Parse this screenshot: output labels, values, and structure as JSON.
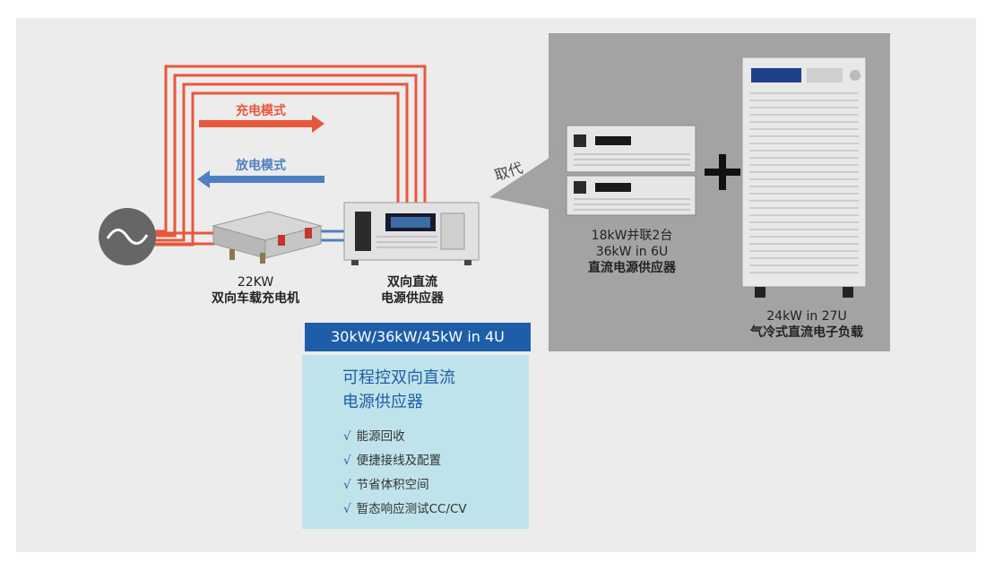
{
  "modes": {
    "charge": {
      "label": "充电模式",
      "color": "#e8573c"
    },
    "discharge": {
      "label": "放电模式",
      "color": "#4f7fc2"
    }
  },
  "devices": {
    "charger": {
      "line1": "22KW",
      "line2": "双向车载充电机"
    },
    "bidir_supply": {
      "line1": "双向直流",
      "line2": "电源供应器"
    },
    "parallel_supply": {
      "line1": "18kW并联2台",
      "line2": "36kW in 6U",
      "line3": "直流电源供应器"
    },
    "load": {
      "line1": "24kW in 27U",
      "line2": "气冷式直流电子负载"
    }
  },
  "replace_label": "取代",
  "spec_bar": "30kW/36kW/45kW in 4U",
  "feature_box": {
    "title_line1": "可程控双向直流",
    "title_line2": "电源供应器",
    "check_mark": "√",
    "items": [
      "能源回收",
      "便捷接线及配置",
      "节省体积空间",
      "暂态响应测试CC/CV"
    ]
  },
  "colors": {
    "accent_blue": "#1e5ea8",
    "feature_bg": "#bfe3ea",
    "panel_gray": "#a3a3a3",
    "red_line": "#e8573c",
    "blue_line": "#4f7fc2"
  }
}
